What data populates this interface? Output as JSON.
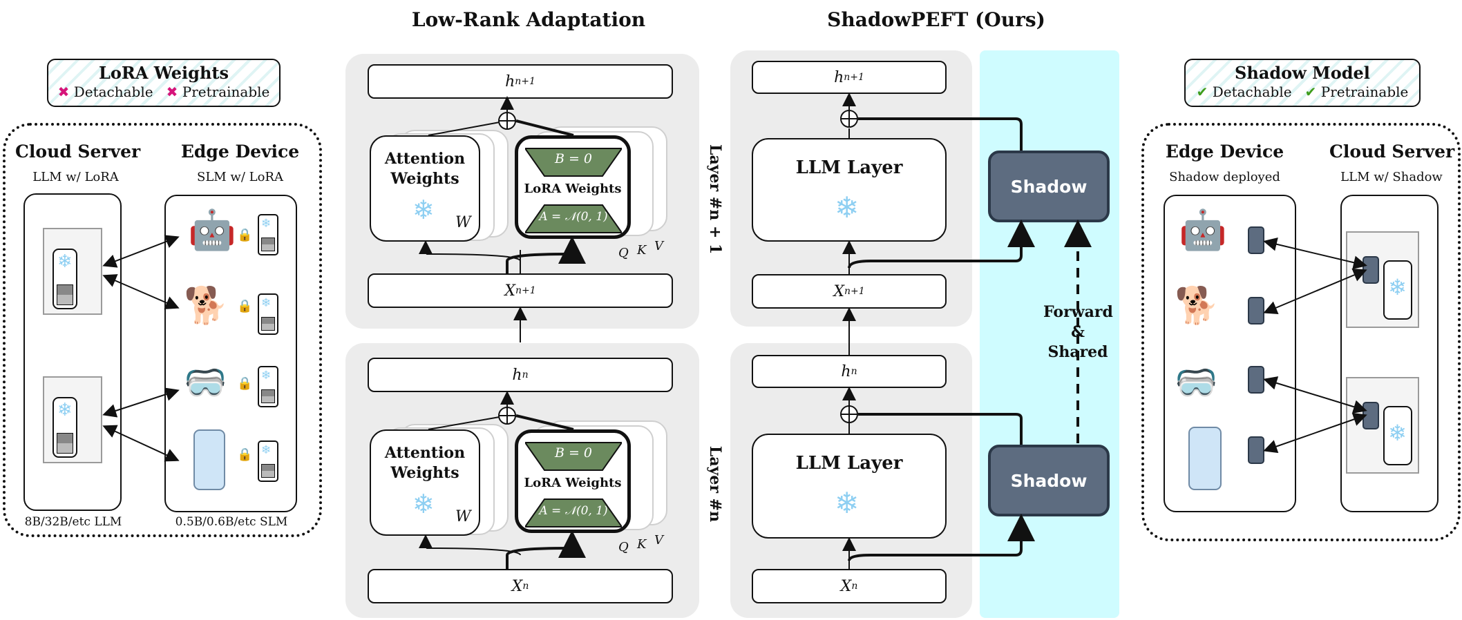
{
  "titles": {
    "lora": "Low-Rank Adaptation",
    "shadow": "ShadowPEFT (Ours)"
  },
  "lora_weights_card": {
    "title": "LoRA Weights",
    "item1": "Detachable",
    "item2": "Pretrainable",
    "mark": "✖",
    "mark_color": "#d6147a"
  },
  "shadow_model_card": {
    "title": "Shadow Model",
    "item1": "Detachable",
    "item2": "Pretrainable",
    "mark": "✔",
    "mark_color": "#3f9d1c"
  },
  "left_deploy": {
    "cloud_title": "Cloud Server",
    "cloud_sub": "LLM w/ LoRA",
    "edge_title": "Edge Device",
    "edge_sub": "SLM w/ LoRA",
    "cloud_caption": "8B/32B/etc LLM",
    "edge_caption": "0.5B/0.6B/etc SLM"
  },
  "right_deploy": {
    "edge_title": "Edge Device",
    "edge_sub": "Shadow deployed",
    "cloud_title": "Cloud Server",
    "cloud_sub": "LLM w/ Shadow"
  },
  "lora_block": {
    "h_top": "h",
    "h_top_sub": "n+1",
    "x_top": "X",
    "x_top_sub": "n+1",
    "h_bottom": "h",
    "h_bottom_sub": "n",
    "x_bottom": "X",
    "x_bottom_sub": "n",
    "attn_label_1": "Attention",
    "attn_label_2": "Weights",
    "w_label": "W",
    "lora_label": "LoRA Weights",
    "b_eq": "B = 0",
    "a_eq": "A = 𝒩(0, 1)",
    "q": "Q",
    "k": "K",
    "v": "V",
    "plus": "⊕"
  },
  "layer_labels": {
    "upper": "Layer #n + 1",
    "lower": "Layer #n"
  },
  "shadow_block": {
    "h_top": "h",
    "h_top_sub": "n+1",
    "x_top": "X",
    "x_top_sub": "n+1",
    "h_bottom": "h",
    "h_bottom_sub": "n",
    "x_bottom": "X",
    "x_bottom_sub": "n",
    "llm_layer": "LLM Layer",
    "shadow": "Shadow",
    "forward_1": "Forward",
    "forward_2": "&",
    "forward_3": "Shared"
  },
  "icons": {
    "frozen": "snowflake-icon",
    "lock": "lock-icon",
    "plus": "sum-icon"
  },
  "colors": {
    "panel": "#ececec",
    "shadow_fill": "#5d6c80",
    "lora_green": "#6b8a5e",
    "cyan": "#cffcff",
    "snow": "#8ecff2"
  }
}
